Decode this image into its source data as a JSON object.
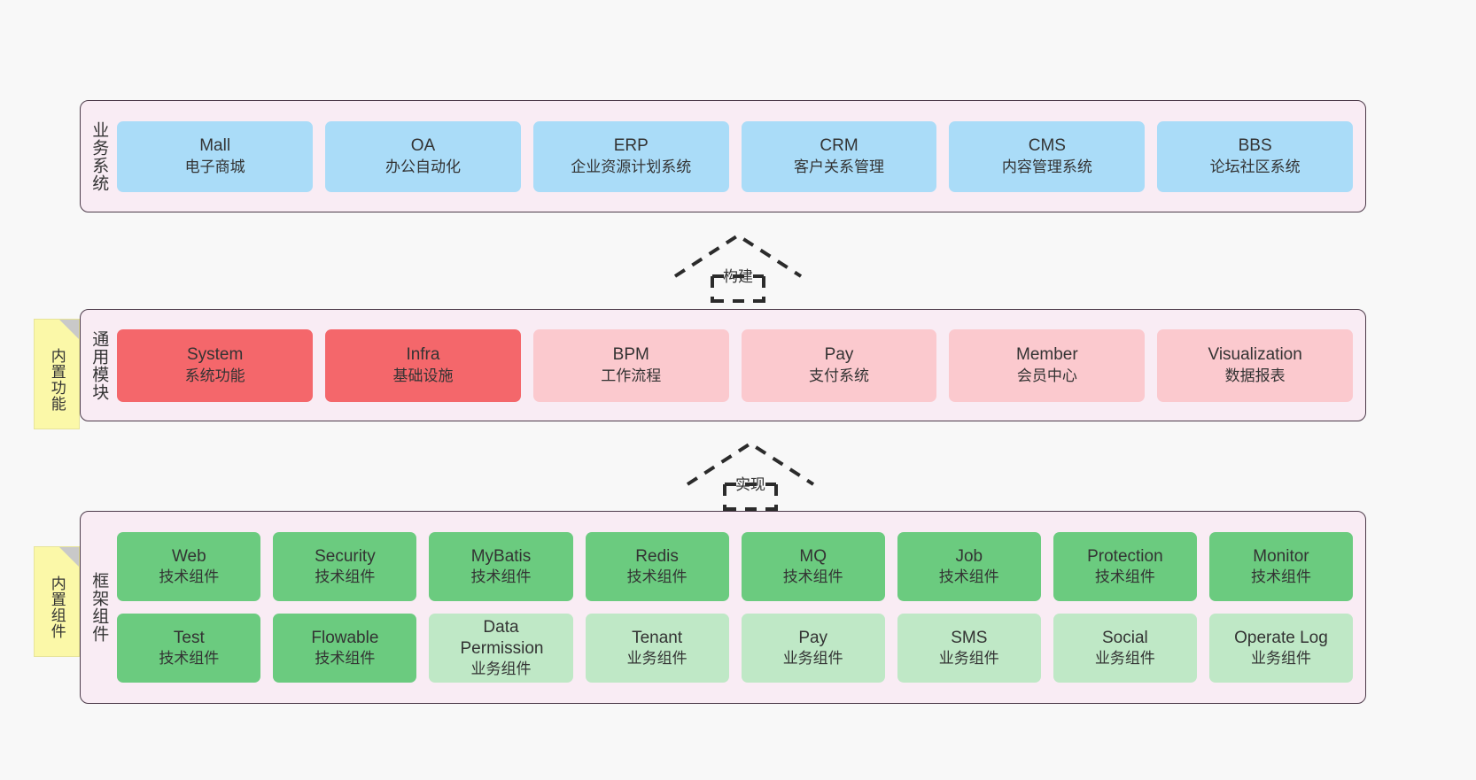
{
  "diagram": {
    "background_color": "#f8f8f8",
    "band_fill": "#f9ecf4",
    "band_border": "#4d3b4a",
    "note_fill": "#fbf8a8"
  },
  "layers": [
    {
      "id": "business-systems",
      "title": "业务系统",
      "rows": [
        {
          "boxes": [
            {
              "title": "Mall",
              "sub": "电子商城",
              "color": "#aadcf8"
            },
            {
              "title": "OA",
              "sub": "办公自动化",
              "color": "#aadcf8"
            },
            {
              "title": "ERP",
              "sub": "企业资源计划系统",
              "color": "#aadcf8"
            },
            {
              "title": "CRM",
              "sub": "客户关系管理",
              "color": "#aadcf8"
            },
            {
              "title": "CMS",
              "sub": "内容管理系统",
              "color": "#aadcf8"
            },
            {
              "title": "BBS",
              "sub": "论坛社区系统",
              "color": "#aadcf8"
            }
          ]
        }
      ]
    },
    {
      "id": "common-modules",
      "title": "通用模块",
      "note": "内置功能",
      "rows": [
        {
          "boxes": [
            {
              "title": "System",
              "sub": "系统功能",
              "color": "#f4676b"
            },
            {
              "title": "Infra",
              "sub": "基础设施",
              "color": "#f4676b"
            },
            {
              "title": "BPM",
              "sub": "工作流程",
              "color": "#fbc9ce"
            },
            {
              "title": "Pay",
              "sub": "支付系统",
              "color": "#fbc9ce"
            },
            {
              "title": "Member",
              "sub": "会员中心",
              "color": "#fbc9ce"
            },
            {
              "title": "Visualization",
              "sub": "数据报表",
              "color": "#fbc9ce"
            }
          ]
        }
      ]
    },
    {
      "id": "framework-components",
      "title": "框架组件",
      "note": "内置组件",
      "rows": [
        {
          "boxes": [
            {
              "title": "Web",
              "sub": "技术组件",
              "color": "#6bcb7f"
            },
            {
              "title": "Security",
              "sub": "技术组件",
              "color": "#6bcb7f"
            },
            {
              "title": "MyBatis",
              "sub": "技术组件",
              "color": "#6bcb7f"
            },
            {
              "title": "Redis",
              "sub": "技术组件",
              "color": "#6bcb7f"
            },
            {
              "title": "MQ",
              "sub": "技术组件",
              "color": "#6bcb7f"
            },
            {
              "title": "Job",
              "sub": "技术组件",
              "color": "#6bcb7f"
            },
            {
              "title": "Protection",
              "sub": "技术组件",
              "color": "#6bcb7f"
            },
            {
              "title": "Monitor",
              "sub": "技术组件",
              "color": "#6bcb7f"
            }
          ]
        },
        {
          "boxes": [
            {
              "title": "Test",
              "sub": "技术组件",
              "color": "#6bcb7f"
            },
            {
              "title": "Flowable",
              "sub": "技术组件",
              "color": "#6bcb7f"
            },
            {
              "title": "Data Permission",
              "sub": "业务组件",
              "color": "#bfe8c6"
            },
            {
              "title": "Tenant",
              "sub": "业务组件",
              "color": "#bfe8c6"
            },
            {
              "title": "Pay",
              "sub": "业务组件",
              "color": "#bfe8c6"
            },
            {
              "title": "SMS",
              "sub": "业务组件",
              "color": "#bfe8c6"
            },
            {
              "title": "Social",
              "sub": "业务组件",
              "color": "#bfe8c6"
            },
            {
              "title": "Operate Log",
              "sub": "业务组件",
              "color": "#bfe8c6"
            }
          ]
        }
      ]
    }
  ],
  "connectors": [
    {
      "id": "build",
      "label": "构建",
      "style": "dashed-generalization-up"
    },
    {
      "id": "implement",
      "label": "实现",
      "style": "dashed-generalization-up"
    }
  ]
}
